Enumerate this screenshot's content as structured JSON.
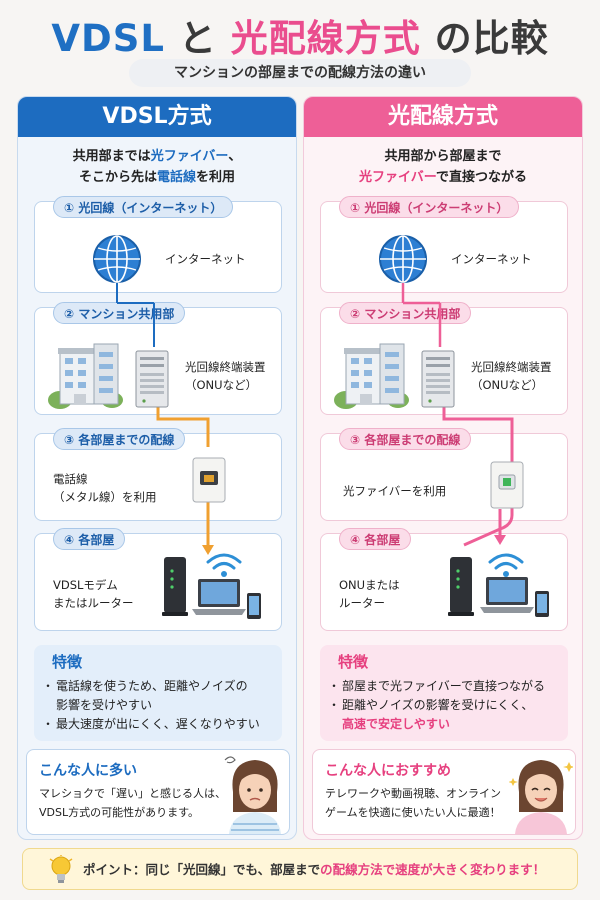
{
  "title": {
    "part1": "VDSL",
    "part2": "と",
    "part3": "光配線方式",
    "part4": "の比較"
  },
  "subtitle": "マンションの部屋までの配線方法の違い",
  "vdsl": {
    "header": "VDSL方式",
    "intro_line1_a": "共用部までは",
    "intro_line1_hl": "光ファイバー",
    "intro_line1_b": "、",
    "intro_line2_a": "そこから先は",
    "intro_line2_hl": "電話線",
    "intro_line2_b": "を利用",
    "step1_label": "① 光回線（インターネット）",
    "step1_text": "インターネット",
    "step2_label": "② マンション共用部",
    "step2_text1": "光回線終端装置",
    "step2_text2": "（ONUなど）",
    "step3_label": "③ 各部屋までの配線",
    "step3_text1": "電話線",
    "step3_text2": "（メタル線）を利用",
    "step4_label": "④ 各部屋",
    "step4_text1": "VDSLモデム",
    "step4_text2": "またはルーター",
    "feature_title": "特徴",
    "feature1a": "電話線を使うため、距離やノイズの",
    "feature1b": "影響を受けやすい",
    "feature2": "最大速度が出にくく、遅くなりやすい",
    "rec_title": "こんな人に多い",
    "rec_text1": "マレショクで「遅い」と感じる人は、",
    "rec_text2": "VDSL方式の可能性があります。"
  },
  "hikari": {
    "header": "光配線方式",
    "intro_line1": "共用部から部屋まで",
    "intro_line2_hl": "光ファイバー",
    "intro_line2_b": "で直接つながる",
    "step1_label": "① 光回線（インターネット）",
    "step1_text": "インターネット",
    "step2_label": "② マンション共用部",
    "step2_text1": "光回線終端装置",
    "step2_text2": "（ONUなど）",
    "step3_label": "③ 各部屋までの配線",
    "step3_text": "光ファイバーを利用",
    "step4_label": "④ 各部屋",
    "step4_text1": "ONUまたは",
    "step4_text2": "ルーター",
    "feature_title": "特徴",
    "feature1": "部屋まで光ファイバーで直接つながる",
    "feature2a": "距離やノイズの影響を受けにくく、",
    "feature2b_hl": "高速で安定しやすい",
    "rec_title": "こんな人におすすめ",
    "rec_text1": "テレワークや動画視聴、オンライン",
    "rec_text2": "ゲームを快適に使いたい人に最適！"
  },
  "tip": {
    "prefix": "ポイント：同じ「光回線」でも、部屋まで",
    "highlight": "の配線方法で速度が大きく変わります！"
  },
  "colors": {
    "vdsl_blue": "#1d6cc0",
    "hikari_pink": "#ee5f97",
    "metal_orange": "#f0a030"
  },
  "icons": [
    "globe-icon",
    "apartment-building-icon",
    "onu-server-icon",
    "wall-outlet-icon",
    "wifi-icon",
    "router-icon",
    "laptop-icon",
    "smartphone-icon",
    "worried-woman-icon",
    "happy-woman-icon",
    "lightbulb-icon"
  ]
}
